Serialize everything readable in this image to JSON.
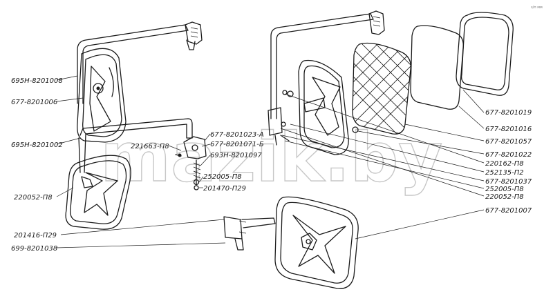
{
  "watermark": "mazik.by",
  "corner_mark": "з/п мм",
  "labels_left": {
    "l1": "695Н-8201008",
    "l2": "677-8201006",
    "l3": "695Н-8201002",
    "l4": "220052-П8",
    "l5": "201416-П29",
    "l6": "699-8201038"
  },
  "labels_center": {
    "c1": "221663-П8",
    "c2": "677-8201023-А",
    "c3": "677-8201071-Б",
    "c4": "693Н-8201097",
    "c5": "252005-П8",
    "c6": "201470-П29"
  },
  "labels_right": {
    "r1": "677-8201019",
    "r2": "677-8201016",
    "r3": "677-8201057",
    "r4": "677-8201022",
    "r5": "220162-П8",
    "r6": "252135-П2",
    "r7": "677-8201037",
    "r8": "252005-П8",
    "r9": "220052-П8",
    "r10": "677-8201007"
  }
}
